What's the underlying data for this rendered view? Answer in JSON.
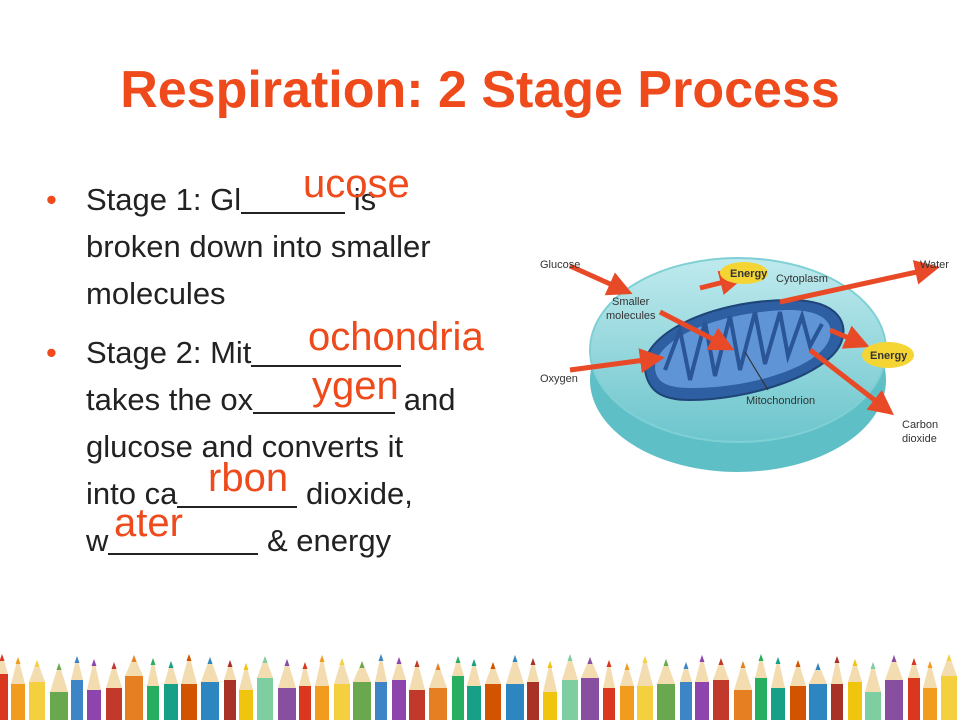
{
  "slide": {
    "title": "Respiration: 2 Stage Process",
    "bullets": [
      {
        "lines": [
          {
            "before": "Stage 1: Gl",
            "after": " is"
          },
          {
            "text": "broken down into smaller"
          },
          {
            "text": "molecules"
          }
        ],
        "answer": "ucose"
      },
      {
        "lines": [
          {
            "before": "Stage 2: Mit",
            "after": ""
          },
          {
            "before": "takes the ox",
            "after": " and"
          },
          {
            "text": "glucose and converts it"
          },
          {
            "before": "into ca",
            "after": " dioxide,"
          },
          {
            "before": "w",
            "after": " & energy"
          }
        ],
        "answers": [
          "ochondria",
          "ygen",
          "rbon",
          "ater"
        ]
      }
    ]
  },
  "diagram": {
    "labels": {
      "glucose": "Glucose",
      "energy_top": "Energy",
      "cytoplasm": "Cytoplasm",
      "water": "Water",
      "smaller_molecules_1": "Smaller",
      "smaller_molecules_2": "molecules",
      "energy_right": "Energy",
      "oxygen": "Oxygen",
      "mitochondrion": "Mitochondrion",
      "carbon_dioxide_1": "Carbon",
      "carbon_dioxide_2": "dioxide"
    }
  },
  "colors": {
    "accent": "#ee4a1c",
    "cell": "#8fd6dc",
    "mitochondrion": "#3f73b8",
    "energy": "#f5d533"
  }
}
